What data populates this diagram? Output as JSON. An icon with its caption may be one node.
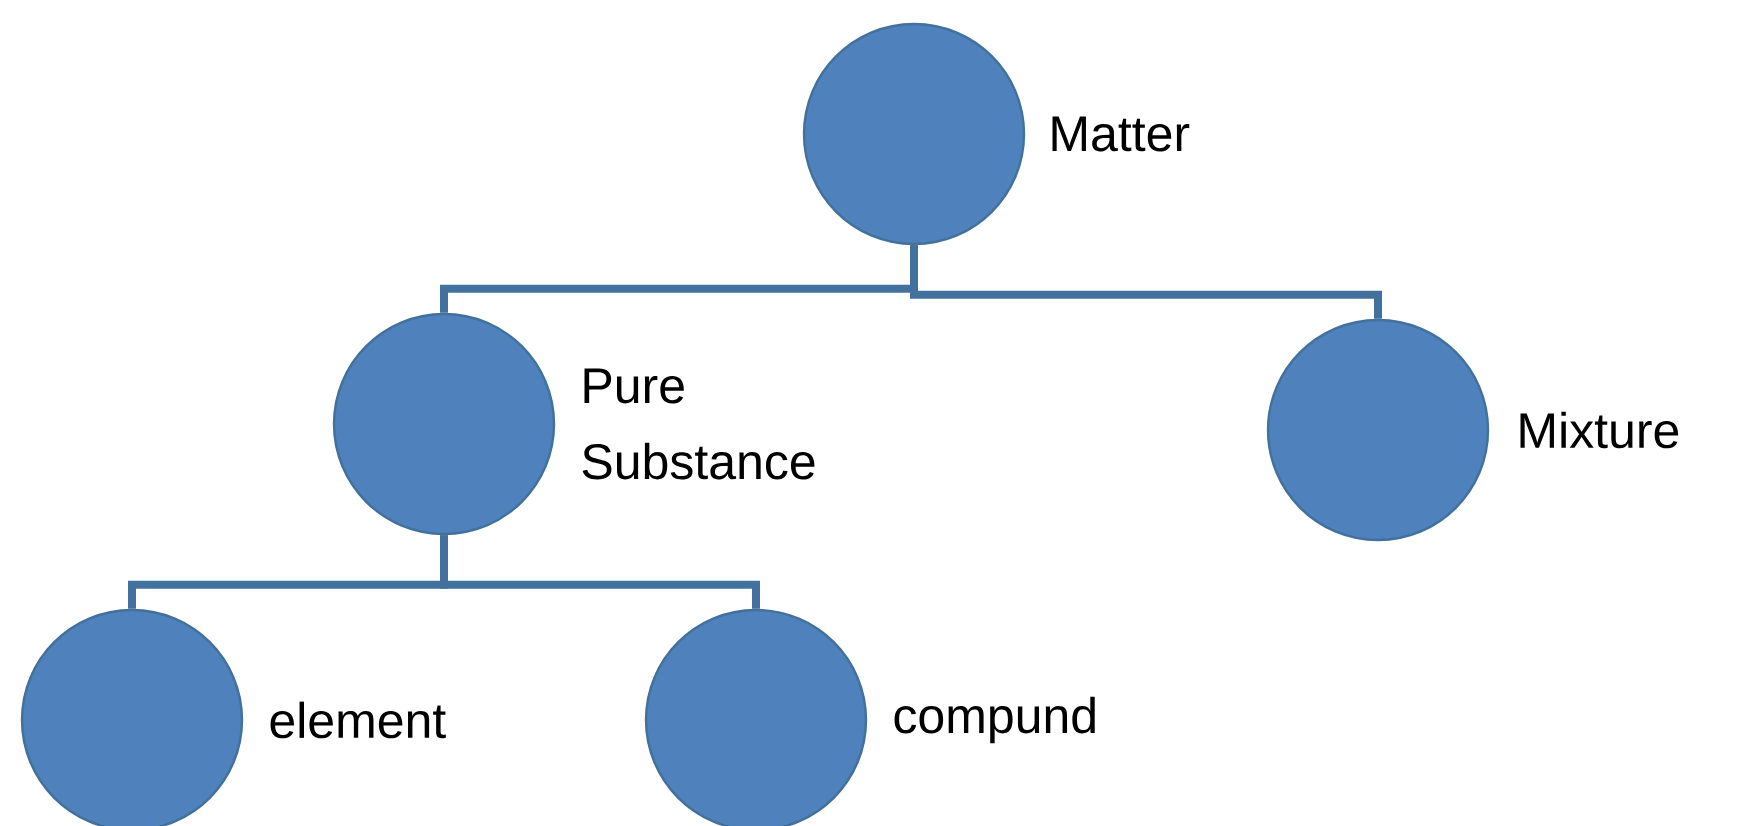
{
  "diagram": {
    "nodes": [
      {
        "text": [
          "Matter"
        ]
      },
      {
        "text": [
          "Pure Substance"
        ]
      },
      {
        "text": [
          "Mixture"
        ]
      },
      {
        "text": [
          "element"
        ]
      },
      {
        "text": [
          "compund"
        ]
      }
    ],
    "edges": [
      {
        "from": 0,
        "to": 1,
        "arrow": "none"
      },
      {
        "from": 0,
        "to": 2,
        "arrow": "none"
      },
      {
        "from": 1,
        "to": 3,
        "arrow": "none"
      },
      {
        "from": 1,
        "to": 4,
        "arrow": "none"
      }
    ]
  }
}
